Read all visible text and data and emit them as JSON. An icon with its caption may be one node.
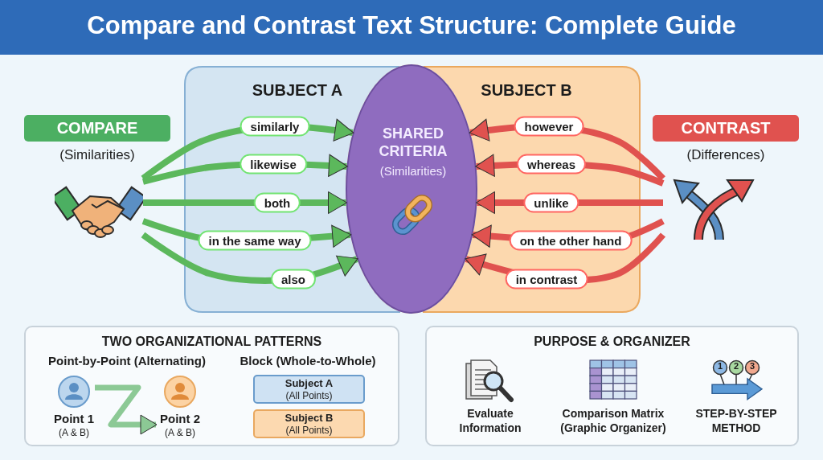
{
  "diagram": {
    "title": "Compare and Contrast Text Structure: Complete Guide",
    "nodes": [
      {
        "text": [
          "SHARED CRITERIA",
          "(Similarities)"
        ]
      },
      {
        "text": [
          "COMPARE"
        ],
        "beside": [
          "(Similarities)"
        ]
      },
      {
        "text": [],
        "shape": "picture"
      },
      {
        "text": [
          "CONTRAST"
        ],
        "beside": [
          "(Differences)"
        ]
      },
      {
        "text": [],
        "shape": "picture"
      },
      {
        "text": [
          "TWO ORGANIZATIONAL PATTERNS"
        ]
      },
      {
        "text": [
          "Point 1",
          "(A & B)"
        ],
        "in": 5
      },
      {
        "text": [
          "Point 2",
          "(A & B)"
        ],
        "in": 5
      },
      {
        "text": [
          "Subject A",
          "(All Points)"
        ],
        "in": 5
      },
      {
        "text": [
          "Subject B",
          "(All Points)"
        ],
        "in": 5
      },
      {
        "text": [
          "PURPOSE & ORGANIZER"
        ]
      }
    ],
    "edges": [
      {
        "from": 2,
        "to": 0,
        "arrow": "to",
        "label": "similarly",
        "color": "#5cb85c"
      },
      {
        "from": 2,
        "to": 0,
        "arrow": "to",
        "label": "likewise",
        "color": "#5cb85c"
      },
      {
        "from": 2,
        "to": 0,
        "arrow": "to",
        "label": "both",
        "color": "#5cb85c"
      },
      {
        "from": 2,
        "to": 0,
        "arrow": "to",
        "label": "in the same way",
        "color": "#5cb85c"
      },
      {
        "from": 2,
        "to": 0,
        "arrow": "to",
        "label": "also",
        "color": "#5cb85c"
      },
      {
        "from": 4,
        "to": 0,
        "arrow": "to",
        "label": "however",
        "color": "#e0524f"
      },
      {
        "from": 4,
        "to": 0,
        "arrow": "to",
        "label": "whereas",
        "color": "#e0524f"
      },
      {
        "from": 4,
        "to": 0,
        "arrow": "to",
        "label": "unlike",
        "color": "#e0524f"
      },
      {
        "from": 4,
        "to": 0,
        "arrow": "to",
        "label": "on the other hand",
        "color": "#e0524f"
      },
      {
        "from": 4,
        "to": 0,
        "arrow": "to",
        "label": "in contrast",
        "color": "#e0524f"
      },
      {
        "from": 6,
        "to": 7,
        "arrow": "to",
        "color": "#8cc995"
      }
    ],
    "labels": [
      "SUBJECT A",
      "SUBJECT B",
      "Point-by-Point (Alternating)",
      "Block (Whole-to-Whole)",
      "1",
      "2",
      "3",
      "Evaluate Information",
      "Comparison Matrix (Graphic Organizer)",
      "STEP-BY-STEP METHOD"
    ]
  }
}
